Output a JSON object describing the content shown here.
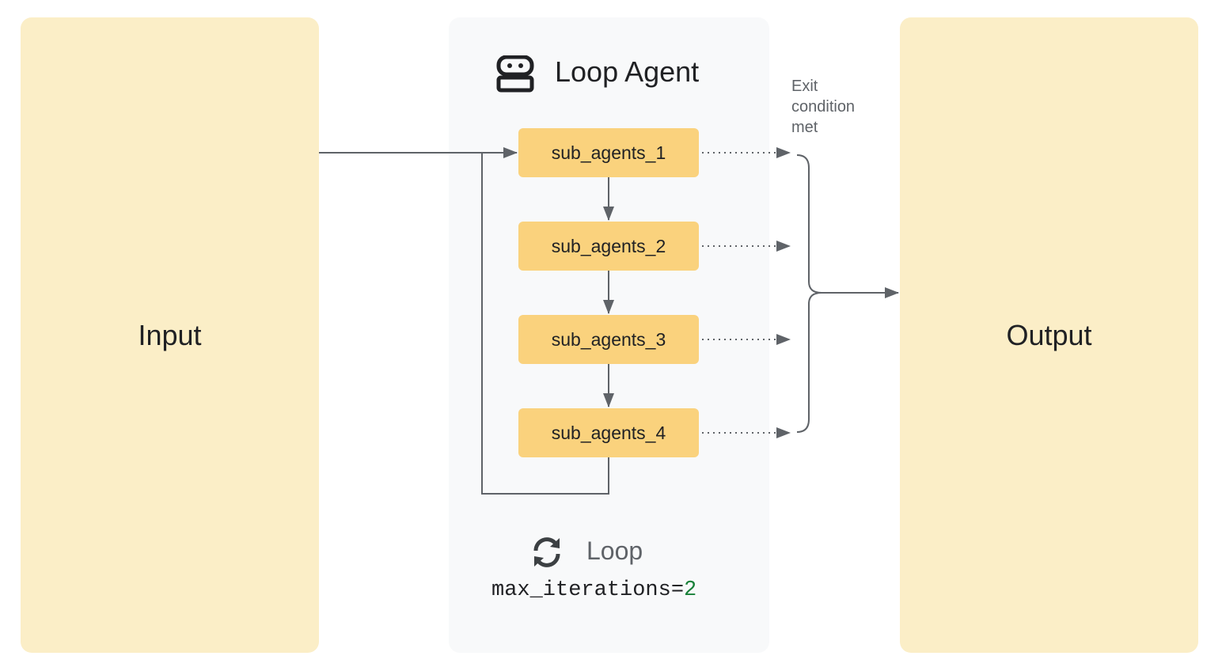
{
  "input": {
    "label": "Input"
  },
  "output": {
    "label": "Output"
  },
  "loop_agent": {
    "title": "Loop Agent",
    "icon": "robot-icon",
    "sub_agents": [
      "sub_agents_1",
      "sub_agents_2",
      "sub_agents_3",
      "sub_agents_4"
    ],
    "loop_label": "Loop",
    "loop_icon": "loop-icon",
    "max_iterations_key": "max_iterations=",
    "max_iterations_value": "2"
  },
  "exit_condition": {
    "label": "Exit condition met"
  },
  "colors": {
    "panel_fill": "#fbeec7",
    "container_fill": "#f8f9fa",
    "box_fill": "#fad27d",
    "line": "#5f6368"
  }
}
